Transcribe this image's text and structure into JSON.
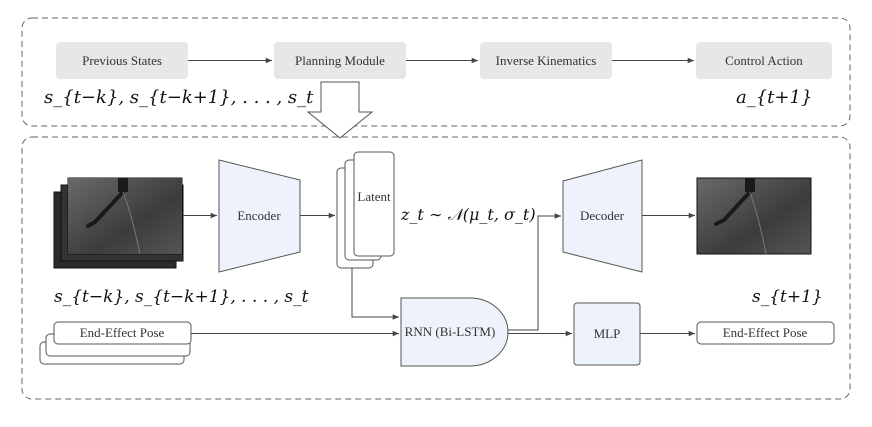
{
  "top_pipeline": {
    "previous_states": "Previous States",
    "planning_module": "Planning Module",
    "inverse_kinematics": "Inverse Kinematics",
    "control_action": "Control Action",
    "states_formula": "s_{t−k}, s_{t−k+1}, . . . , s_t",
    "action_formula": "a_{t+1}"
  },
  "detail": {
    "input_states_formula": "s_{t−k}, s_{t−k+1}, . . . , s_t",
    "encoder": "Encoder",
    "latent": "Latent",
    "latent_distribution": "z_t ∼ 𝒩(μ_t, σ_t)",
    "decoder": "Decoder",
    "next_state_formula": "s_{t+1}",
    "rnn": "RNN (Bi-LSTM)",
    "mlp": "MLP",
    "pose_input": "End-Effect Pose",
    "pose_output": "End-Effect Pose"
  },
  "colors": {
    "gray_box": "#e6e7e9",
    "blue_fill": "#eef3fb",
    "stroke": "#555555",
    "dash": "#666666"
  }
}
